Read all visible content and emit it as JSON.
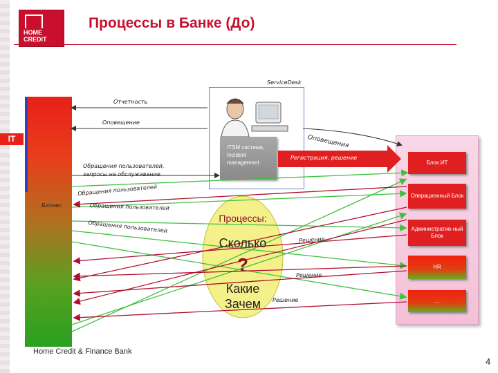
{
  "header": {
    "title": "Процессы в Банке (До)",
    "logo_line1": "HOME",
    "logo_line2": "CREDIT"
  },
  "labels": {
    "service_desk": "ServiceDesk",
    "reporting": "Отчетность",
    "notification_left": "Оповещение",
    "notification_right": "Оповещения",
    "it": "IT",
    "user_requests_1": "Обращения пользователей,",
    "user_requests_2": "запросы на обслуживание",
    "user_requests_diag": "Обращения пользователей",
    "business": "Бизнес",
    "user_requests_a": "Обращения пользователей",
    "user_requests_b": "Обращения пользователей",
    "itsm_line1": "ITSM система,",
    "itsm_line2": "Incident",
    "itsm_line3": "management",
    "registration": "Регистрация, решение",
    "decision_1": "Решение",
    "decision_2": "Решение",
    "decision_3": "Решение"
  },
  "right_boxes": [
    "Блок ИТ",
    "Операционный Блок",
    "Административ-ный Блок",
    "HR",
    "…"
  ],
  "circle": {
    "line1": "Процессы:",
    "line2": "Сколько",
    "line3": "?",
    "line4": "Какие",
    "line5": "Зачем"
  },
  "footer": {
    "company": "Home Credit & Finance Bank",
    "page": "4"
  },
  "colors": {
    "brand_red": "#c8102e",
    "arrow_green": "#40c040",
    "arrow_red": "#b01030",
    "circle_fill": "#f4f08a"
  }
}
